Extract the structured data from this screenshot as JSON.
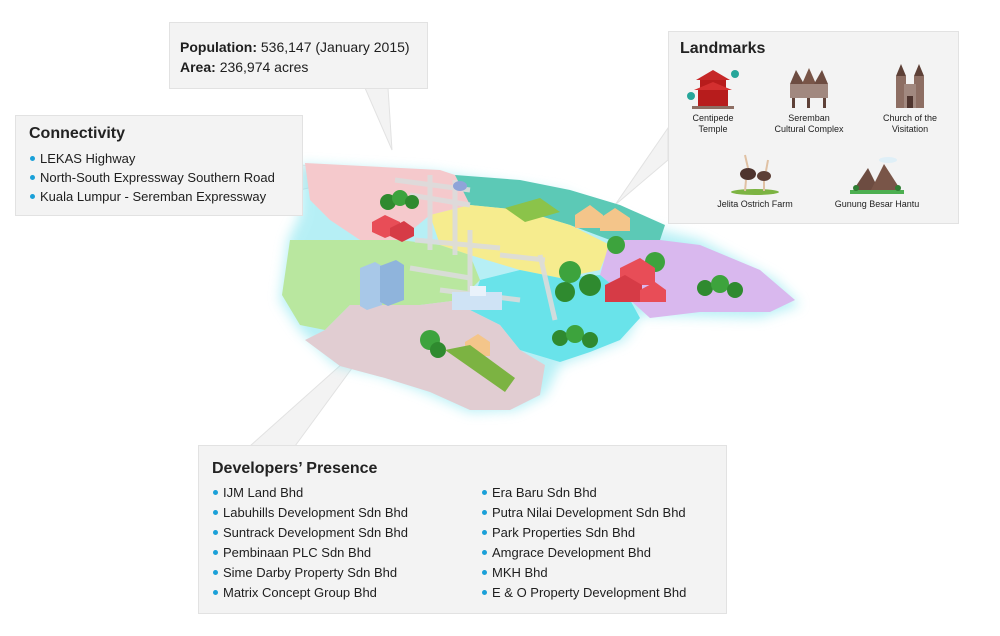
{
  "stats": {
    "population_label": "Population:",
    "population_value": "536,147 (January 2015)",
    "area_label": "Area:",
    "area_value": "236,974 acres"
  },
  "connectivity": {
    "title": "Connectivity",
    "items": [
      "LEKAS Highway",
      "North-South Expressway Southern Road",
      "Kuala Lumpur - Seremban Expressway"
    ]
  },
  "landmarks": {
    "title": "Landmarks",
    "items": [
      {
        "line1": "Centipede",
        "line2": "Temple",
        "icon": "temple-icon"
      },
      {
        "line1": "Seremban",
        "line2": "Cultural Complex",
        "icon": "cultural-complex-icon"
      },
      {
        "line1": "Church of the",
        "line2": "Visitation",
        "icon": "church-icon"
      },
      {
        "line1": "Jelita Ostrich Farm",
        "line2": "",
        "icon": "ostrich-icon"
      },
      {
        "line1": "Gunung Besar Hantu",
        "line2": "",
        "icon": "mountain-icon"
      }
    ]
  },
  "developers": {
    "title": "Developers’ Presence",
    "col1": [
      "IJM Land Bhd",
      "Labuhills Development Sdn Bhd",
      "Suntrack Development Sdn Bhd",
      "Pembinaan PLC Sdn Bhd",
      "Sime Darby Property Sdn Bhd",
      "Matrix Concept Group Bhd"
    ],
    "col2": [
      "Era Baru Sdn Bhd",
      "Putra Nilai Development Sdn Bhd",
      "Park Properties Sdn Bhd",
      "Amgrace Development Bhd",
      "MKH Bhd",
      "E & O Property Development Bhd"
    ]
  },
  "colors": {
    "bullet": "#1aa0d8",
    "zone_pink": "#f5c9cc",
    "zone_teal": "#5cc9b6",
    "zone_yellow": "#f6ec8e",
    "zone_green": "#b9e79f",
    "zone_lilac": "#d9b8ee",
    "zone_cyan": "#69e3ea",
    "zone_mauve": "#e1cdd2"
  }
}
